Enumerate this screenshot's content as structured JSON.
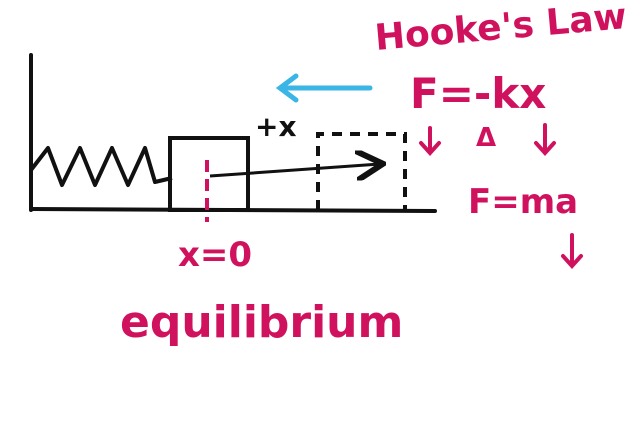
{
  "title": "Hooke's Law",
  "equation_hooke": "F=-kx",
  "delta_symbol": "Δ",
  "equation_newton": "F=ma",
  "origin_label": "x=0",
  "equilibrium_label": "equilibrium",
  "direction_label": "+x",
  "colors": {
    "ink": "#111111",
    "accent": "#d0125e",
    "arrow": "#3bb5e6"
  }
}
